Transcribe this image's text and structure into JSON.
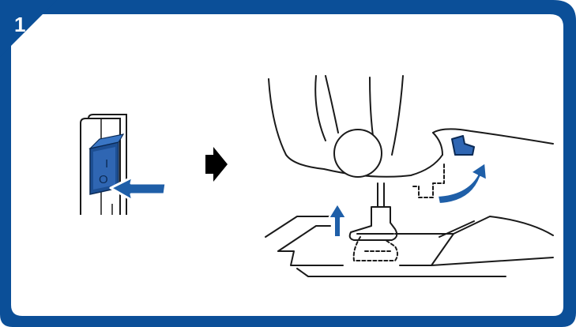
{
  "step": {
    "number": "1"
  },
  "switch": {
    "on_mark": "I",
    "off_mark": "O"
  },
  "colors": {
    "frame": "#0b4f98",
    "arrow": "#1f5fa8",
    "switch_face": "#2f66b3",
    "switch_body": "#1d4f93",
    "line": "#1a1a1a",
    "panel": "#ffffff"
  },
  "icons": [
    "power-switch-icon",
    "press-arrow-icon",
    "next-step-arrow-icon",
    "sewing-machine-icon",
    "raise-arrow-icon",
    "lever-arrow-icon"
  ]
}
